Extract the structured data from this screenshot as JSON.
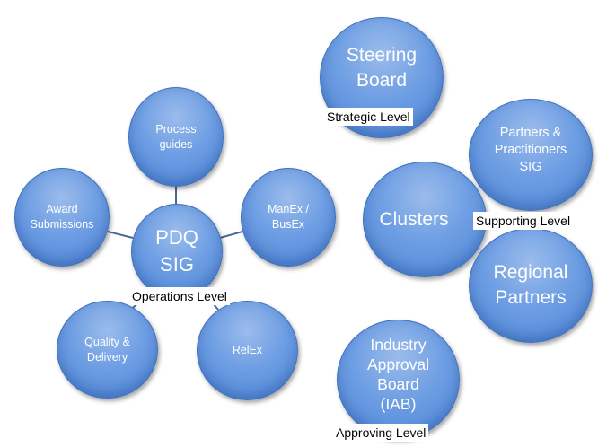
{
  "hub": {
    "label": "PDQ\nSIG"
  },
  "spokes": {
    "process_guides": "Process\nguides",
    "award_submissions": "Award\nSubmissions",
    "manex_busex": "ManEx /\nBusEx",
    "quality_delivery": "Quality &\nDelivery",
    "relex": "RelEx"
  },
  "right_nodes": {
    "steering_board": "Steering\nBoard",
    "partners_practitioners": "Partners &\nPractitioners\nSIG",
    "clusters": "Clusters",
    "regional_partners": "Regional\nPartners",
    "industry_approval_board": "Industry\nApproval\nBoard\n(IAB)"
  },
  "level_labels": {
    "operations": "Operations  Level",
    "strategic": "Strategic  Level",
    "supporting": "Supporting  Level",
    "approving": "Approving  Level"
  },
  "colors": {
    "node_fill": "#6e9ee3",
    "node_border": "#3e70bd",
    "connector": "#4a6a90"
  }
}
